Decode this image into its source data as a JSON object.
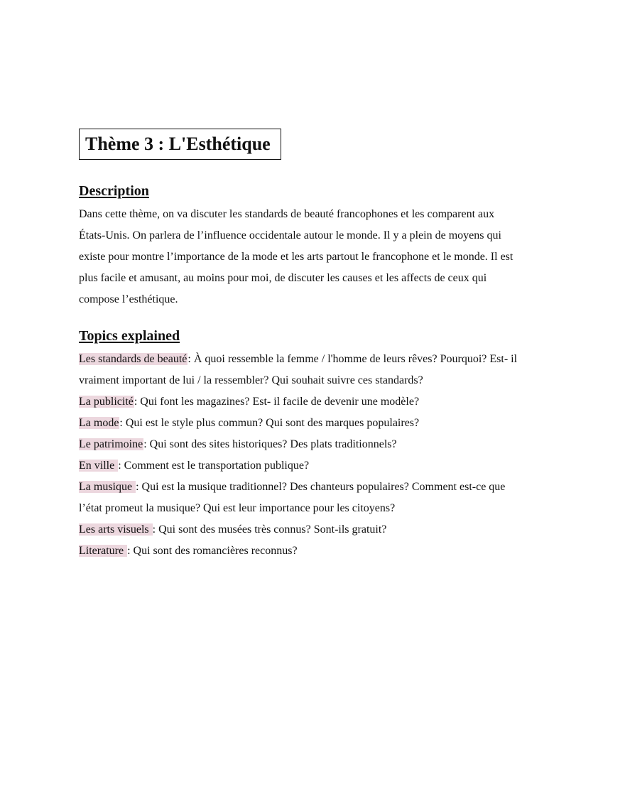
{
  "title": "Thème 3 : L'Esthétique",
  "description": {
    "heading": "Description",
    "lines": [
      "Dans cette thème, on va discuter les standards de beauté francophones et les comparent aux",
      "États-Unis. On parlera de l’influence occidentale autour le monde. Il y a plein de moyens qui",
      "existe pour montre l’importance de la mode et les arts partout le francophone et le monde. Il est",
      "plus facile et amusant, au moins pour moi, de discuter les causes et les affects de ceux qui",
      "compose l’esthétique."
    ]
  },
  "topics": {
    "heading": "Topics explained",
    "highlight_color": "#ecd7de",
    "items": [
      {
        "term": "Les standards de beauté",
        "text": ": À quoi ressemble la femme / l'homme de leurs rêves? Pourquoi? Est- il",
        "continuation": "vraiment important de lui / la ressembler? Qui souhait suivre ces standards?"
      },
      {
        "term": "La publicité",
        "text": ": Qui font les magazines? Est- il facile de devenir une modèle?"
      },
      {
        "term": "La mode",
        "text": ": Qui est le style plus commun? Qui sont des marques populaires?"
      },
      {
        "term": "Le patrimoine",
        "text": ": Qui sont des sites historiques? Des plats traditionnels?"
      },
      {
        "term": "En ville ",
        "text": ": Comment est le transportation publique?"
      },
      {
        "term": "La musique ",
        "text": ": Qui est la musique traditionnel? Des chanteurs populaires? Comment est-ce que",
        "continuation": "l’état promeut la musique? Qui est leur importance pour les citoyens?"
      },
      {
        "term": "Les arts visuels ",
        "text": ": Qui sont des musées très connus? Sont-ils gratuit?"
      },
      {
        "term": "Literature ",
        "text": ": Qui sont des romancières reconnus?"
      }
    ]
  }
}
